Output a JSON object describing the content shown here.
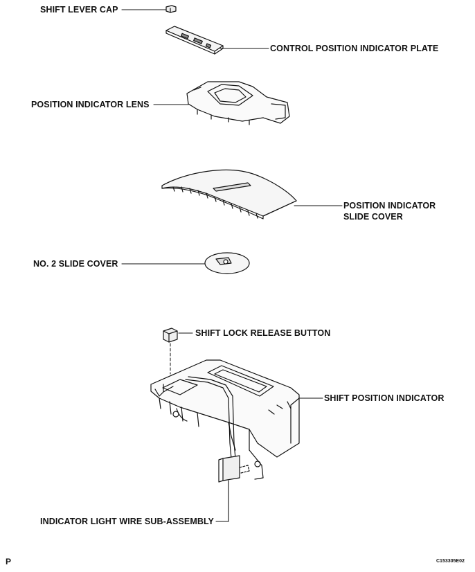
{
  "labels": {
    "shift_lever_cap": "SHIFT LEVER CAP",
    "control_plate": "CONTROL POSITION INDICATOR PLATE",
    "indicator_lens": "POSITION INDICATOR LENS",
    "slide_cover_line1": "POSITION INDICATOR",
    "slide_cover_line2": "SLIDE COVER",
    "no2_slide_cover": "NO. 2 SLIDE COVER",
    "release_button": "SHIFT LOCK RELEASE BUTTON",
    "shift_indicator": "SHIFT POSITION INDICATOR",
    "wire_subassembly": "INDICATOR LIGHT WIRE SUB-ASSEMBLY"
  },
  "footer": {
    "corner_mark": "P",
    "figure_code": "C153305E02"
  }
}
